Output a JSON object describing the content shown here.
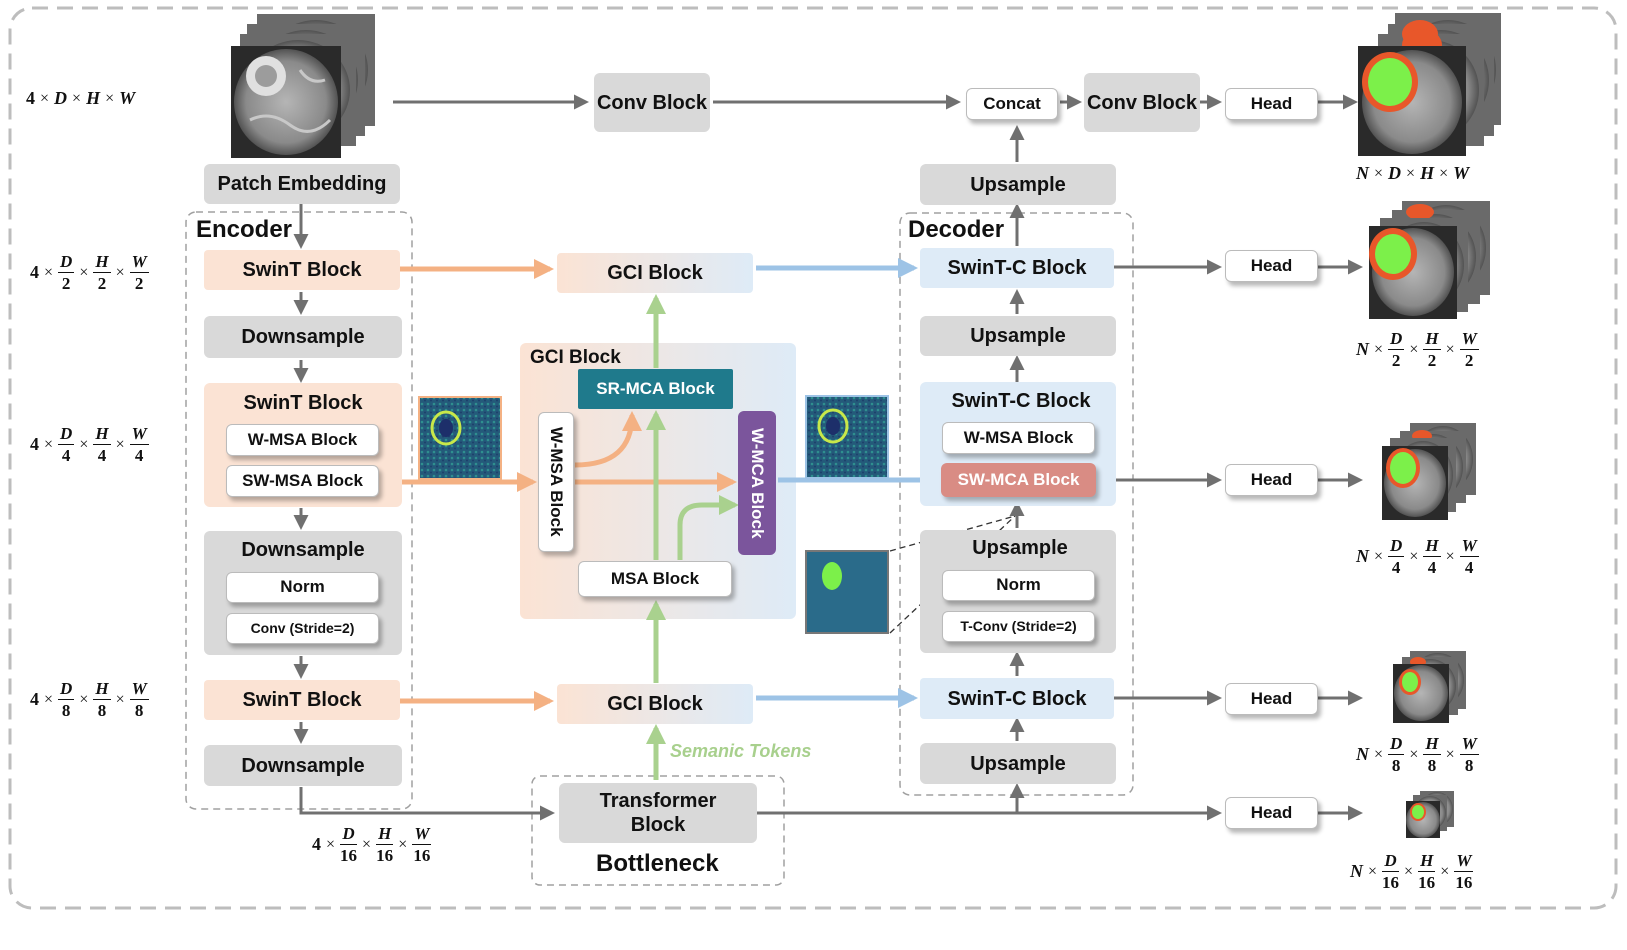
{
  "blocks": {
    "patch_embedding": "Patch Embedding",
    "encoder": "Encoder",
    "decoder": "Decoder",
    "bottleneck": "Bottleneck",
    "conv_block": "Conv Block",
    "conv_block_2": "Conv Block",
    "concat": "Concat",
    "upsample": "Upsample",
    "downsample": "Downsample",
    "swint_block": "SwinT Block",
    "swintc_block": "SwinT-C Block",
    "w_msa_block": "W-MSA Block",
    "sw_msa_block": "SW-MSA Block",
    "w_msa_block_vertical": "W-MSA Block",
    "norm": "Norm",
    "conv_stride": "Conv (Stride=2)",
    "tconv_stride": "T-Conv (Stride=2)",
    "gci_block": "GCI Block",
    "gci_block_title": "GCI Block",
    "sr_mca_block": "SR-MCA Block",
    "msa_block": "MSA Block",
    "w_mca_block": "W-MCA Block",
    "sw_mca_block": "SW-MCA Block",
    "transformer_block": "Transformer Block",
    "head": "Head",
    "semantic_tokens": "Semanic Tokens"
  },
  "dims": {
    "input": [
      "4",
      "D",
      "H",
      "W"
    ],
    "stage1": {
      "c": "4",
      "denom": "2"
    },
    "stage2": {
      "c": "4",
      "denom": "4"
    },
    "stage3": {
      "c": "4",
      "denom": "8"
    },
    "bottleneck": {
      "c": "4",
      "denom": "16"
    },
    "out0": [
      "N",
      "D",
      "H",
      "W"
    ],
    "out1": {
      "c": "N",
      "denom": "2"
    },
    "out2": {
      "c": "N",
      "denom": "4"
    },
    "out3": {
      "c": "N",
      "denom": "8"
    },
    "out4": {
      "c": "N",
      "denom": "16"
    },
    "symbols": {
      "D": "D",
      "H": "H",
      "W": "W",
      "x": "×"
    }
  },
  "colors": {
    "peach_arrow": "#f4b183",
    "blue_arrow": "#9dc3e6",
    "green_arrow": "#a9d18e",
    "gray_arrow": "#707070",
    "mask_green": "#7cf04a",
    "mask_red": "#e8572a",
    "teal": "#1f7a8c",
    "purple": "#7b559c",
    "red_block": "#d98c84"
  },
  "icons": [
    "mri-stack-input",
    "mri-segmentation-output",
    "feature-map-heatmap",
    "feature-map-zoom"
  ]
}
